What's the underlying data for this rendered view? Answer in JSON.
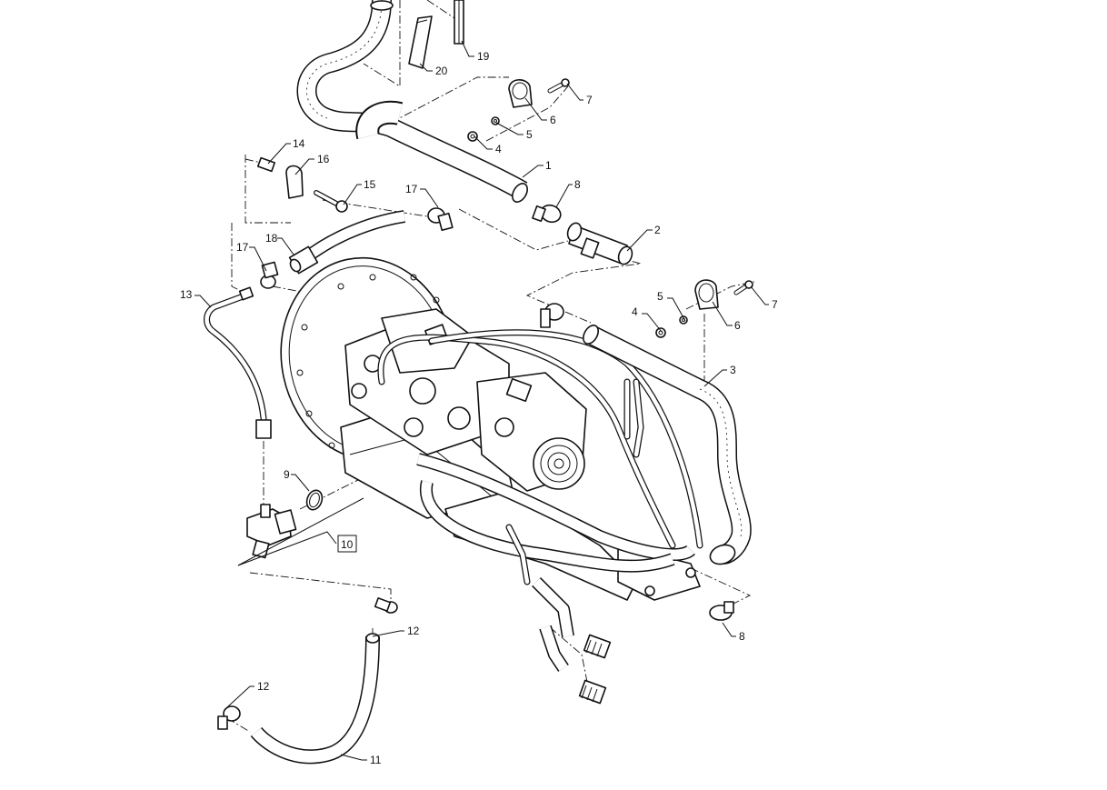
{
  "diagram": {
    "callouts": {
      "c1": "1",
      "c2": "2",
      "c3": "3",
      "c4a": "4",
      "c4b": "4",
      "c5a": "5",
      "c5b": "5",
      "c6a": "6",
      "c6b": "6",
      "c7a": "7",
      "c7b": "7",
      "c8a": "8",
      "c8b": "8",
      "c9": "9",
      "c10": "10",
      "c11": "11",
      "c12a": "12",
      "c12b": "12",
      "c13": "13",
      "c14": "14",
      "c15": "15",
      "c16": "16",
      "c17a": "17",
      "c17b": "17",
      "c18": "18",
      "c19": "19",
      "c20": "20"
    }
  }
}
